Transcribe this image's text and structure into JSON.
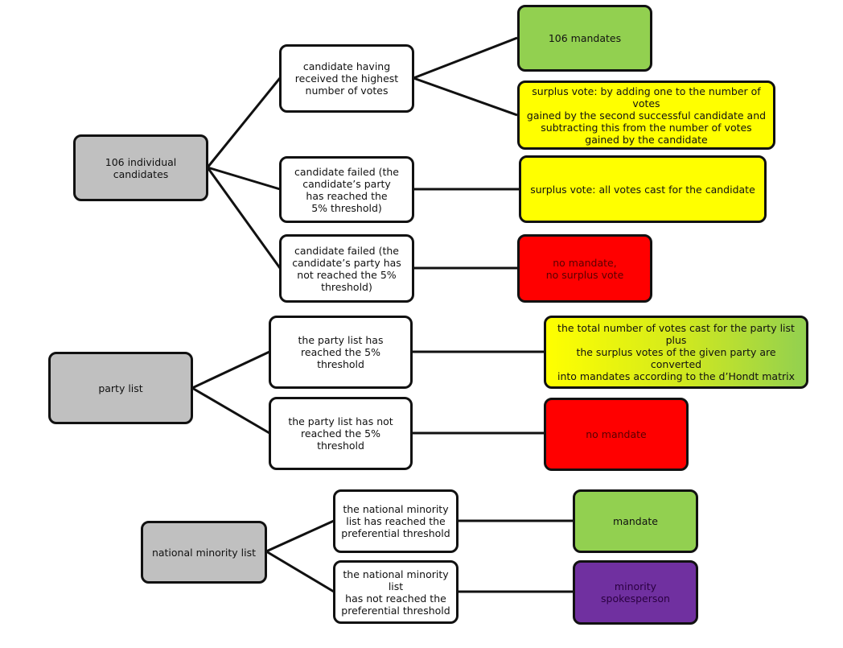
{
  "colors": {
    "root": "#c0c0c0",
    "condition": "#ffffff",
    "mandate": "#92d050",
    "surplus": "#ffff00",
    "none": "#ff0000",
    "spokesperson": "#7030a0"
  },
  "groups": [
    {
      "root": "106 individual candidates",
      "branches": [
        {
          "condition": "candidate having\nreceived the highest\nnumber of votes",
          "outcomes": [
            "106 mandates",
            "surplus vote: by adding one to the number of votes\ngained by the second successful candidate and\nsubtracting this from the number of votes\ngained by the candidate"
          ]
        },
        {
          "condition": "candidate failed (the\ncandidate’s party\nhas reached the\n5% threshold)",
          "outcomes": [
            "surplus vote: all votes cast for the candidate"
          ]
        },
        {
          "condition": "candidate failed (the\ncandidate’s party has\nnot reached the 5%\nthreshold)",
          "outcomes": [
            "no mandate,\nno surplus vote"
          ]
        }
      ]
    },
    {
      "root": "party list",
      "branches": [
        {
          "condition": "the party list has\nreached the 5% threshold",
          "outcomes": [
            "the total number of votes cast for the party list plus\nthe surplus votes of the given party are converted\ninto mandates according to the d’Hondt matrix"
          ]
        },
        {
          "condition": "the party list has not\nreached the 5% threshold",
          "outcomes": [
            "no mandate"
          ]
        }
      ]
    },
    {
      "root": "national minority list",
      "branches": [
        {
          "condition": "the national minority\nlist has reached the\npreferential threshold",
          "outcomes": [
            "mandate"
          ]
        },
        {
          "condition": "the national minority list\nhas not reached the\npreferential threshold",
          "outcomes": [
            "minority spokesperson"
          ]
        }
      ]
    }
  ]
}
